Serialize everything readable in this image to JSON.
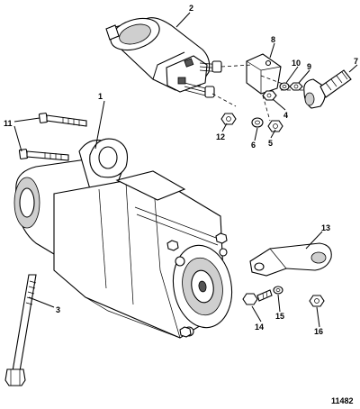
{
  "diagram": {
    "figure_number": "11482",
    "callouts": [
      {
        "id": "c1",
        "label": "1"
      },
      {
        "id": "c2",
        "label": "2"
      },
      {
        "id": "c3",
        "label": "3"
      },
      {
        "id": "c4",
        "label": "4"
      },
      {
        "id": "c5",
        "label": "5"
      },
      {
        "id": "c6",
        "label": "6"
      },
      {
        "id": "c7",
        "label": "7"
      },
      {
        "id": "c8",
        "label": "8"
      },
      {
        "id": "c9",
        "label": "9"
      },
      {
        "id": "c10",
        "label": "10"
      },
      {
        "id": "c11",
        "label": "11"
      },
      {
        "id": "c12",
        "label": "12"
      },
      {
        "id": "c13",
        "label": "13"
      },
      {
        "id": "c14",
        "label": "14"
      },
      {
        "id": "c15",
        "label": "15"
      },
      {
        "id": "c16",
        "label": "16"
      }
    ]
  }
}
